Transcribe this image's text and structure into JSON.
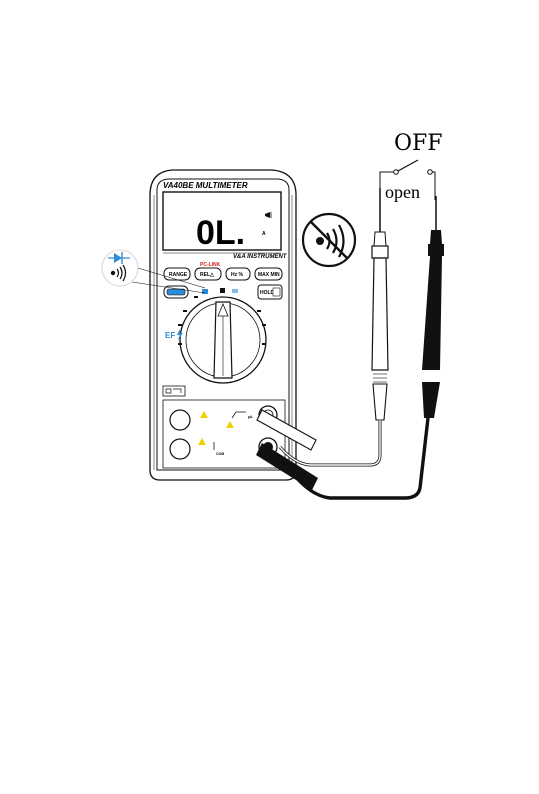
{
  "meter": {
    "model": "VA40BE MULTIMETER",
    "display_reading": "0L.",
    "display_unit": "A",
    "brand": "V&A INSTRUMENT",
    "pc_link": "PC-LINK",
    "buttons": {
      "range": "RANGE",
      "rel": "REL△",
      "hz": "Hz  %",
      "maxmin": "MAX  MIN",
      "hold": "HOLD"
    },
    "ef_label": "EF",
    "jack_label_com": "COM",
    "jack_label_ua": "µA"
  },
  "switch": {
    "label_off": "OFF",
    "label_open": "open"
  },
  "colors": {
    "accent_blue": "#2e8bd6",
    "pc_link_red": "#d81e1e",
    "outline": "#111111",
    "lcd_bg": "#ffffff"
  },
  "icons": {
    "no_continuity": "no-buzzer-icon",
    "mode_callout": "diode-continuity-icon"
  }
}
